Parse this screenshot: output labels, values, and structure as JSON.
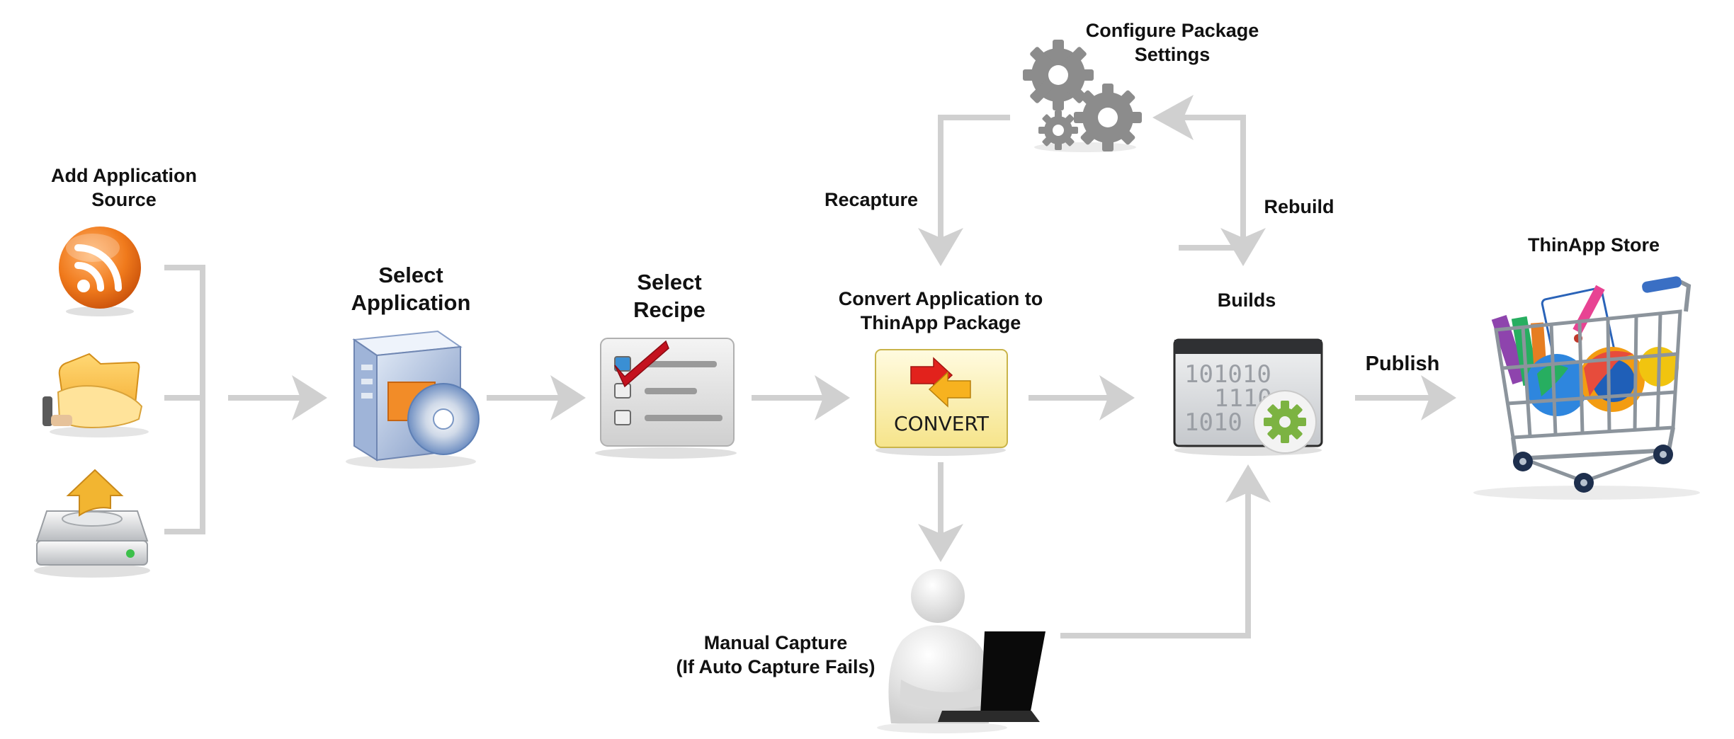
{
  "diagram": {
    "add_source": {
      "line1": "Add Application",
      "line2": "Source"
    },
    "select_application": {
      "line1": "Select",
      "line2": "Application"
    },
    "select_recipe": {
      "line1": "Select",
      "line2": "Recipe"
    },
    "convert": {
      "line1": "Convert Application to",
      "line2": "ThinApp Package",
      "button_text": "CONVERT"
    },
    "builds": {
      "label": "Builds",
      "binary_lines": [
        "101010",
        "1110",
        "1010"
      ]
    },
    "configure": {
      "line1": "Configure Package",
      "line2": "Settings"
    },
    "recapture_label": "Recapture",
    "rebuild_label": "Rebuild",
    "publish_label": "Publish",
    "store_label": "ThinApp Store",
    "manual_capture": {
      "line1": "Manual Capture",
      "line2": "(If Auto Capture Fails)"
    },
    "colors": {
      "arrow": "#d0d0d0",
      "rss_orange": "#f07a1c",
      "folder_yellow": "#f7b83a",
      "check_red": "#c4121f",
      "gear_green": "#7cb342",
      "gear_gray": "#8c8c8c",
      "convert_bg": "#fdf6c8"
    },
    "icons": [
      "rss-icon",
      "folder-icon",
      "drive-upload-icon",
      "application-box-icon",
      "checklist-icon",
      "convert-icon",
      "builds-window-icon",
      "gears-icon",
      "person-laptop-icon",
      "shopping-cart-icon"
    ]
  }
}
